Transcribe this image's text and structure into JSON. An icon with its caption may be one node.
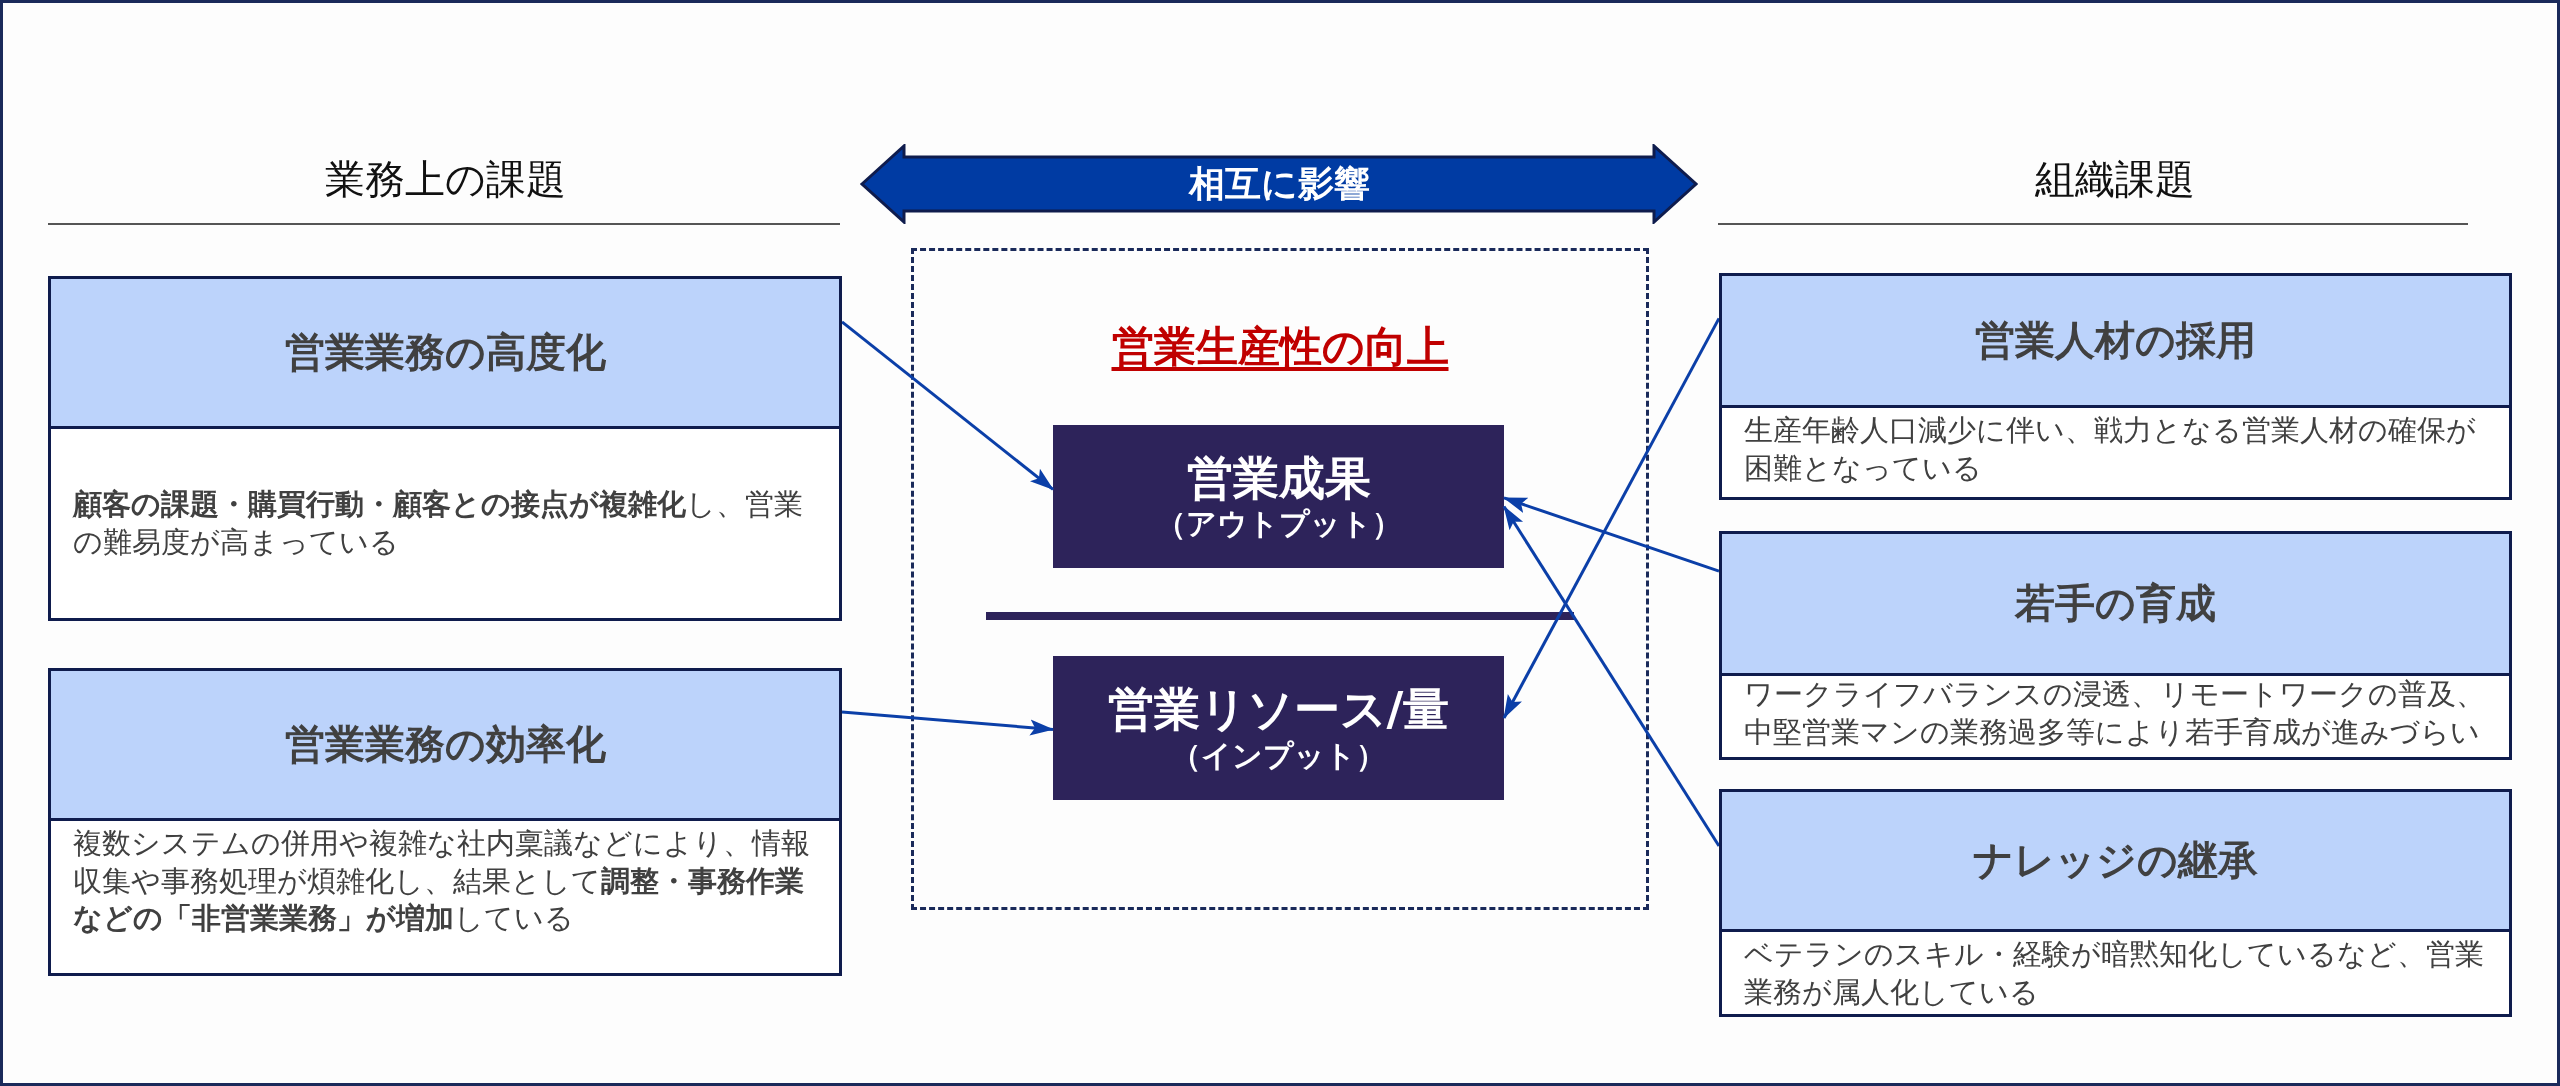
{
  "diagram": {
    "nodes": [
      {
        "text": [
          "営業業務の高度化",
          "**顧客の課題・購買行動・顧客との接点が複雑化**し、営業の難易度が高まっている"
        ]
      },
      {
        "text": [
          "営業業務の効率化",
          "複数システムの併用や複雑な社内稟議などにより、情報収集や事務処理が煩雑化し、結果として**調整・事務作業などの「非営業業務」が増加**している"
        ]
      },
      {
        "text": [
          "相互に影響"
        ]
      },
      {
        "text": [
          "営業生産性の向上"
        ]
      },
      {
        "text": [
          "営業成果",
          "（アウトプット）"
        ],
        "in": 3
      },
      {
        "text": [
          "営業リソース/量",
          "（インプット）"
        ],
        "in": 3
      },
      {
        "text": [
          "営業人材の採用",
          "生産年齢人口減少に伴い、戦力となる営業人材の確保が困難となっている"
        ]
      },
      {
        "text": [
          "若手の育成",
          "ワークライフバランスの浸透、リモートワークの普及、中堅営業マンの業務過多等により若手育成が進みづらい"
        ]
      },
      {
        "text": [
          "ナレッジの継承",
          "ベテランのスキル・経験が暗黙知化しているなど、営業業務が属人化している"
        ]
      }
    ],
    "edges": [
      {
        "from": 0,
        "to": 4,
        "arrow": "to"
      },
      {
        "from": 1,
        "to": 5,
        "arrow": "to"
      },
      {
        "from": 6,
        "to": 5,
        "arrow": "to"
      },
      {
        "from": 7,
        "to": 4,
        "arrow": "to"
      },
      {
        "from": 8,
        "to": 4,
        "arrow": "to"
      }
    ],
    "labels": [
      "業務上の課題",
      "組織課題"
    ]
  }
}
